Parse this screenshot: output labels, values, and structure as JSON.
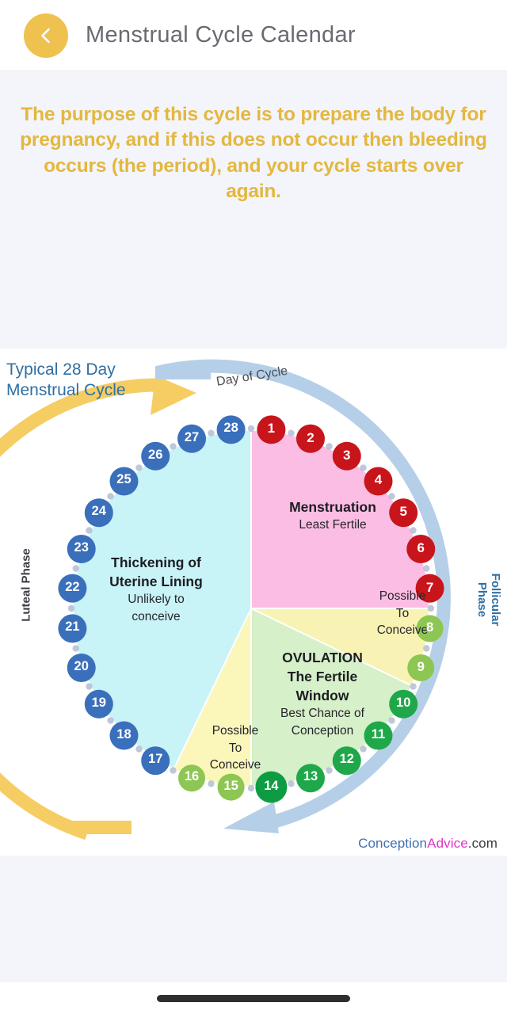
{
  "header": {
    "back_icon": "chevron-left-icon",
    "title": "Menstrual Cycle Calendar",
    "accent_color": "#efc14e"
  },
  "purpose": {
    "text": "The purpose of this cycle is to prepare the body for pregnancy, and if this does not occur then bleeding occurs (the period), and your cycle starts over again.",
    "color": "#e3b83e"
  },
  "diagram": {
    "cycle_title_line1": "Typical 28 Day",
    "cycle_title_line2": "Menstrual Cycle",
    "day_of_cycle_label": "Day of Cycle",
    "phase_left": "Luteal Phase",
    "phase_right": "Follicular Phase",
    "watermark": {
      "part1": "Conception",
      "part2": "Advice",
      "part3": ".com"
    },
    "segments": [
      {
        "id": "menstruation",
        "title": "Menstruation",
        "subtitle": "Least Fertile",
        "color": "#fbbde4",
        "days": [
          1,
          7
        ]
      },
      {
        "id": "possible-right",
        "title": "",
        "subtitle": "Possible\nTo\nConceive",
        "color": "#f8f3b4",
        "days": [
          8,
          9
        ]
      },
      {
        "id": "ovulation",
        "title": "OVULATION\nThe Fertile\nWindow",
        "subtitle": "Best Chance of\nConception",
        "color": "#d6f0c9",
        "days": [
          10,
          14
        ]
      },
      {
        "id": "possible-left",
        "title": "",
        "subtitle": "Possible\nTo\nConceive",
        "color": "#fbf6ba",
        "days": [
          15,
          16
        ]
      },
      {
        "id": "thickening",
        "title": "Thickening of\nUterine Lining",
        "subtitle": "Unlikely to\nconceive",
        "color": "#c8f3f7",
        "days": [
          17,
          28
        ]
      }
    ],
    "label_menstruation_line1": "Menstruation",
    "label_menstruation_line2": "Least Fertile",
    "label_thickening_line1": "Thickening of",
    "label_thickening_line2": "Uterine Lining",
    "label_thickening_line3": "Unlikely to",
    "label_thickening_line4": "conceive",
    "label_ovulation_line1": "OVULATION",
    "label_ovulation_line2": "The Fertile",
    "label_ovulation_line3": "Window",
    "label_ovulation_line4": "Best Chance of",
    "label_ovulation_line5": "Conception",
    "label_possible_line1": "Possible",
    "label_possible_line2": "To",
    "label_possible_line3": "Conceive",
    "days": [
      {
        "n": "1",
        "color": "#c7151b",
        "size": 36
      },
      {
        "n": "2",
        "color": "#c7151b",
        "size": 36
      },
      {
        "n": "3",
        "color": "#c7151b",
        "size": 36
      },
      {
        "n": "4",
        "color": "#c7151b",
        "size": 36
      },
      {
        "n": "5",
        "color": "#c7151b",
        "size": 36
      },
      {
        "n": "6",
        "color": "#c7151b",
        "size": 36
      },
      {
        "n": "7",
        "color": "#c7151b",
        "size": 36
      },
      {
        "n": "8",
        "color": "#8dc653",
        "size": 34
      },
      {
        "n": "9",
        "color": "#8dc653",
        "size": 34
      },
      {
        "n": "10",
        "color": "#1fa84a",
        "size": 36
      },
      {
        "n": "11",
        "color": "#1fa84a",
        "size": 36
      },
      {
        "n": "12",
        "color": "#1fa84a",
        "size": 36
      },
      {
        "n": "13",
        "color": "#1fa84a",
        "size": 36
      },
      {
        "n": "14",
        "color": "#0e9c42",
        "size": 40
      },
      {
        "n": "15",
        "color": "#8dc653",
        "size": 34
      },
      {
        "n": "16",
        "color": "#8dc653",
        "size": 34
      },
      {
        "n": "17",
        "color": "#3a6fbc",
        "size": 36
      },
      {
        "n": "18",
        "color": "#3a6fbc",
        "size": 36
      },
      {
        "n": "19",
        "color": "#3a6fbc",
        "size": 36
      },
      {
        "n": "20",
        "color": "#3a6fbc",
        "size": 36
      },
      {
        "n": "21",
        "color": "#3a6fbc",
        "size": 36
      },
      {
        "n": "22",
        "color": "#3a6fbc",
        "size": 36
      },
      {
        "n": "23",
        "color": "#3a6fbc",
        "size": 36
      },
      {
        "n": "24",
        "color": "#3a6fbc",
        "size": 36
      },
      {
        "n": "25",
        "color": "#3a6fbc",
        "size": 36
      },
      {
        "n": "26",
        "color": "#3a6fbc",
        "size": 36
      },
      {
        "n": "27",
        "color": "#3a6fbc",
        "size": 36
      },
      {
        "n": "28",
        "color": "#3a6fbc",
        "size": 36
      }
    ]
  },
  "chart_data": {
    "type": "pie",
    "title": "Typical 28 Day Menstrual Cycle",
    "categories": [
      "Menstruation (Days 1-7)",
      "Possible To Conceive (Days 8-9)",
      "Ovulation / Fertile Window (Days 10-14)",
      "Possible To Conceive (Days 15-16)",
      "Thickening of Uterine Lining (Days 17-28)"
    ],
    "values": [
      7,
      2,
      5,
      2,
      12
    ],
    "colors": [
      "#fbbde4",
      "#f8f3b4",
      "#d6f0c9",
      "#fbf6ba",
      "#c8f3f7"
    ],
    "total_days": 28,
    "legend": "inline labels",
    "annotations": [
      "Day of Cycle",
      "Luteal Phase",
      "Follicular Phase",
      "Least Fertile",
      "Best Chance of Conception",
      "Unlikely to conceive"
    ]
  }
}
